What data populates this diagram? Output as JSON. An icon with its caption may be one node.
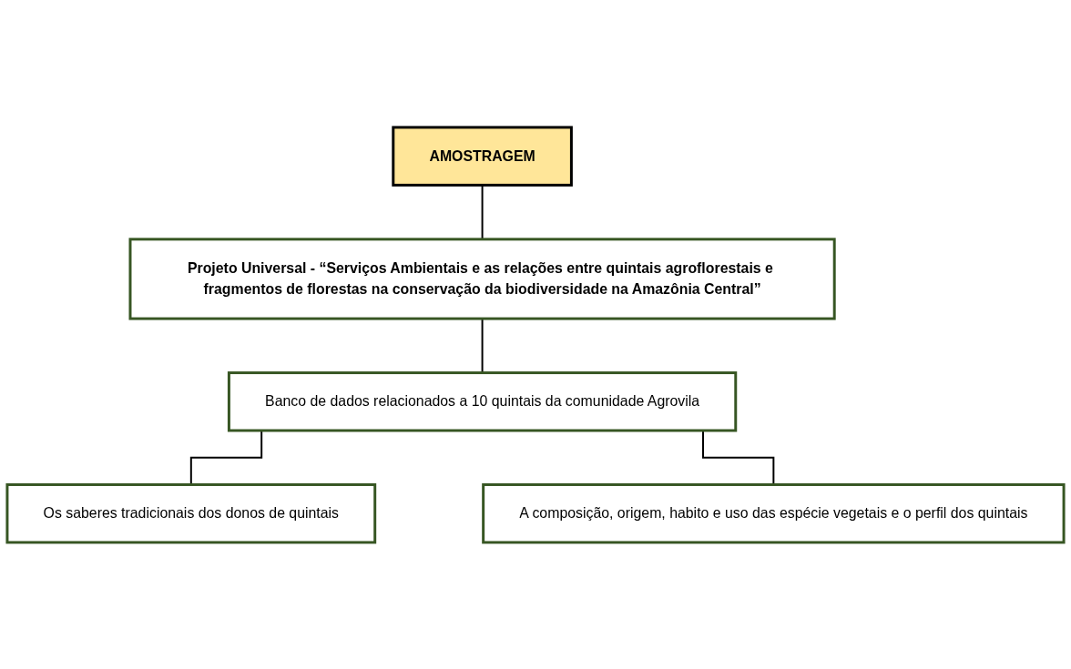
{
  "diagram": {
    "nodes": [
      {
        "text": [
          "AMOSTRAGEM"
        ]
      },
      {
        "text": [
          "Projeto Universal - “Serviços Ambientais e as relações entre quintais agroflorestais e fragmentos de florestas na conservação da biodiversidade na Amazônia Central”"
        ]
      },
      {
        "text": [
          "Banco de dados relacionados a 10 quintais da comunidade Agrovila"
        ]
      },
      {
        "text": [
          "Os saberes tradicionais dos donos de quintais"
        ]
      },
      {
        "text": [
          "A composição, origem, habito e uso das espécie vegetais e o perfil dos quintais"
        ]
      }
    ],
    "edges": [
      {
        "from": 0,
        "to": 1,
        "arrow": "none"
      },
      {
        "from": 1,
        "to": 2,
        "arrow": "none"
      },
      {
        "from": 2,
        "to": 3,
        "arrow": "none"
      },
      {
        "from": 2,
        "to": 4,
        "arrow": "none"
      }
    ]
  }
}
